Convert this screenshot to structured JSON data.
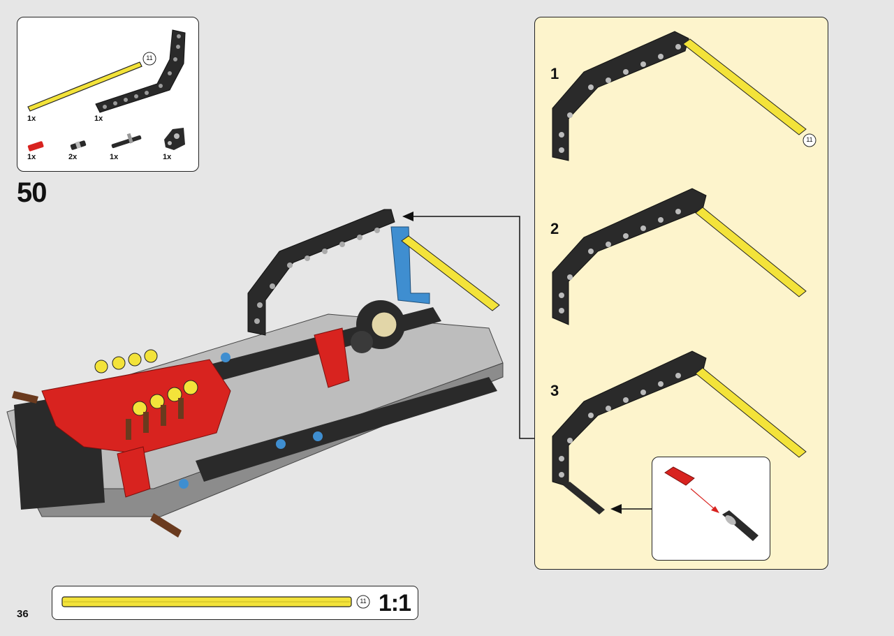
{
  "step": {
    "number": "50"
  },
  "parts": {
    "items": [
      {
        "name": "axle-11-yellow",
        "qty": "1x",
        "length_label": "11"
      },
      {
        "name": "beam-bent-black",
        "qty": "1x"
      },
      {
        "name": "axle-pin-red",
        "qty": "1x"
      },
      {
        "name": "pin-black",
        "qty": "2x"
      },
      {
        "name": "axle-with-stop-black",
        "qty": "1x"
      },
      {
        "name": "pin-connector-black",
        "qty": "1x"
      }
    ]
  },
  "substeps": {
    "items": [
      {
        "label": "1",
        "axle_label": "11"
      },
      {
        "label": "2"
      },
      {
        "label": "3"
      }
    ]
  },
  "scale": {
    "length_label": "11",
    "ratio": "1:1"
  },
  "page": {
    "number": "36"
  },
  "colors": {
    "background": "#e6e6e6",
    "panel": "#fdf4cc",
    "yellow": "#f3e33a",
    "red": "#d8231f",
    "blue": "#3f8ed0",
    "black": "#2a2a2a",
    "gray": "#b8b8b8"
  }
}
